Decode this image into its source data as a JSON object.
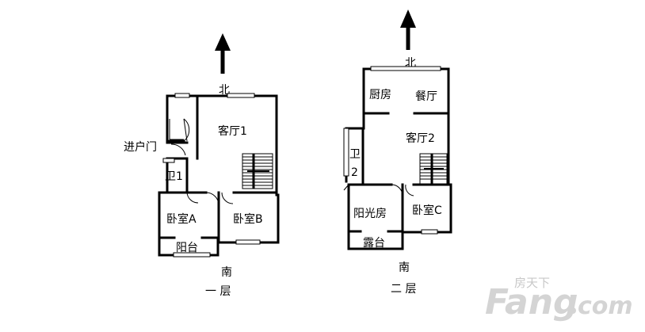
{
  "plan1": {
    "north": "北",
    "south": "南",
    "caption": "一 层",
    "entrance": "进户门",
    "rooms": {
      "living": "客厅1",
      "bath": "卫1",
      "bedroom_a": "卧室A",
      "bedroom_b": "卧室B",
      "balcony": "阳台"
    }
  },
  "plan2": {
    "north": "北",
    "south": "南",
    "caption": "二 层",
    "rooms": {
      "kitchen": "厨房",
      "dining": "餐厅",
      "living": "客厅2",
      "bath_top": "卫",
      "bath_num": "2",
      "sunroom": "阳光房",
      "bedroom_c": "卧室C",
      "terrace": "露台"
    }
  },
  "watermark": {
    "cn": "房天下",
    "en": "Fang",
    "com": "com"
  }
}
